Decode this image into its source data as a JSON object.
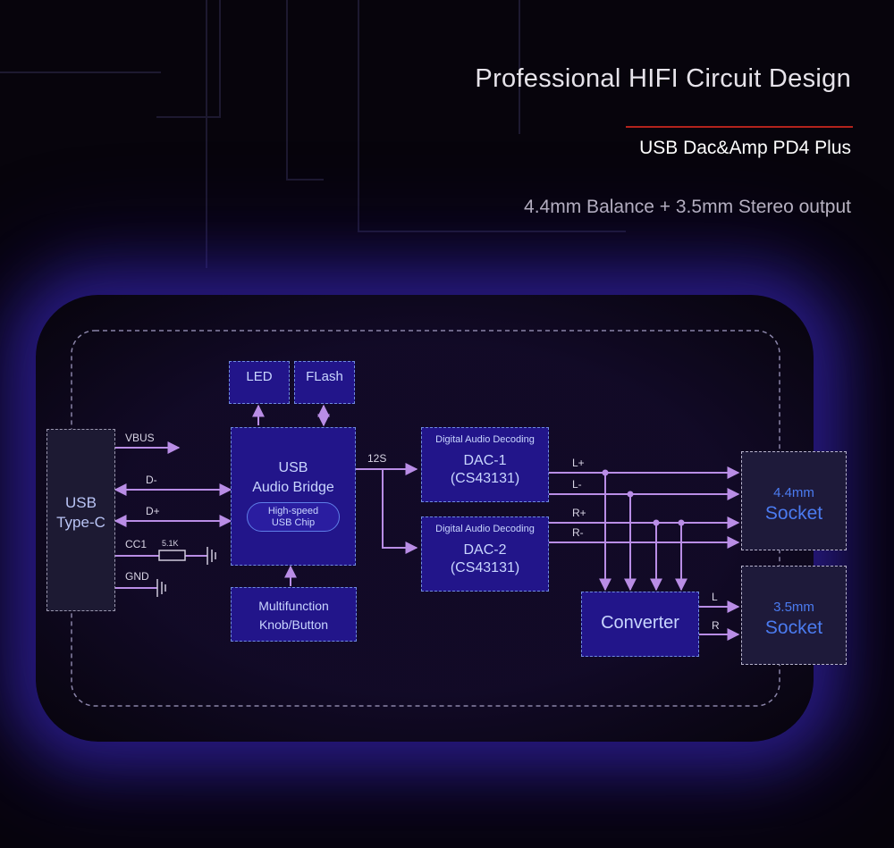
{
  "header": {
    "title": "Professional HIFI Circuit Design",
    "subtitle": "USB Dac&Amp PD4 Plus",
    "output_note": "4.4mm Balance + 3.5mm Stereo output"
  },
  "diagram": {
    "usb_port": {
      "line1": "USB",
      "line2": "Type-C"
    },
    "usb_wires": {
      "vbus": "VBUS",
      "dminus": "D-",
      "dplus": "D+",
      "cc1": "CC1",
      "resistor": "5.1K",
      "gnd": "GND"
    },
    "led": "LED",
    "flash": "FLash",
    "bridge": {
      "line1": "USB",
      "line2": "Audio Bridge",
      "chip_line1": "High-speed",
      "chip_line2": "USB Chip"
    },
    "knob": {
      "line1": "Multifunction",
      "line2": "Knob/Button"
    },
    "bus_label": "12S",
    "dac1": {
      "caption": "Digital Audio Decoding",
      "name": "DAC-1",
      "part": "(CS43131)"
    },
    "dac2": {
      "caption": "Digital Audio Decoding",
      "name": "DAC-2",
      "part": "(CS43131)"
    },
    "channels": {
      "lplus": "L+",
      "lminus": "L-",
      "rplus": "R+",
      "rminus": "R-"
    },
    "converter": "Converter",
    "conv_out": {
      "l": "L",
      "r": "R"
    },
    "socket44": {
      "size": "4.4mm",
      "name": "Socket"
    },
    "socket35": {
      "size": "3.5mm",
      "name": "Socket"
    },
    "colors": {
      "block_fill": "#22158a",
      "wire": "#b98de6",
      "accent_red": "#b3231c",
      "socket_text": "#4b7bf0"
    }
  }
}
